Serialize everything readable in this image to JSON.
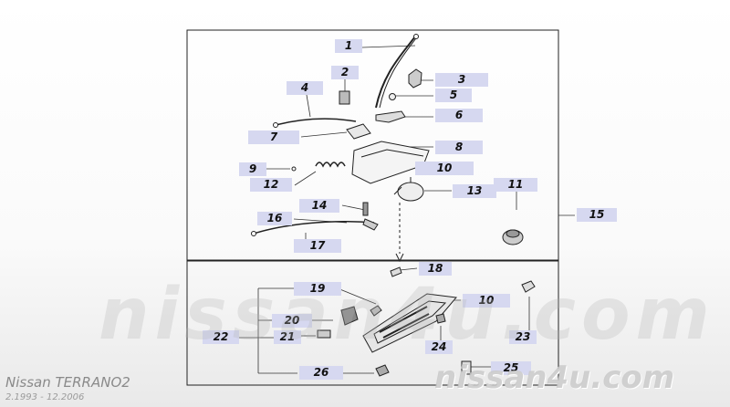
{
  "watermark": {
    "big": "nissan4u.com",
    "site": "nissan4u.com",
    "model": "Nissan  TERRANO2",
    "years": "2.1993 - 12.2006"
  },
  "callouts": [
    {
      "id": "1",
      "label": "1"
    },
    {
      "id": "2",
      "label": "2"
    },
    {
      "id": "3",
      "label": "3"
    },
    {
      "id": "4",
      "label": "4"
    },
    {
      "id": "5",
      "label": "5"
    },
    {
      "id": "6",
      "label": "6"
    },
    {
      "id": "7",
      "label": "7"
    },
    {
      "id": "8",
      "label": "8"
    },
    {
      "id": "9",
      "label": "9"
    },
    {
      "id": "10a",
      "label": "10"
    },
    {
      "id": "11",
      "label": "11"
    },
    {
      "id": "12",
      "label": "12"
    },
    {
      "id": "13",
      "label": "13"
    },
    {
      "id": "14",
      "label": "14"
    },
    {
      "id": "15",
      "label": "15"
    },
    {
      "id": "16",
      "label": "16"
    },
    {
      "id": "17",
      "label": "17"
    },
    {
      "id": "18",
      "label": "18"
    },
    {
      "id": "19",
      "label": "19"
    },
    {
      "id": "10b",
      "label": "10"
    },
    {
      "id": "20",
      "label": "20"
    },
    {
      "id": "21",
      "label": "21"
    },
    {
      "id": "22",
      "label": "22"
    },
    {
      "id": "23",
      "label": "23"
    },
    {
      "id": "24",
      "label": "24"
    },
    {
      "id": "25",
      "label": "25"
    },
    {
      "id": "26",
      "label": "26"
    }
  ],
  "colors": {
    "callout_bg": "#d6d8f0",
    "line": "#222222"
  }
}
